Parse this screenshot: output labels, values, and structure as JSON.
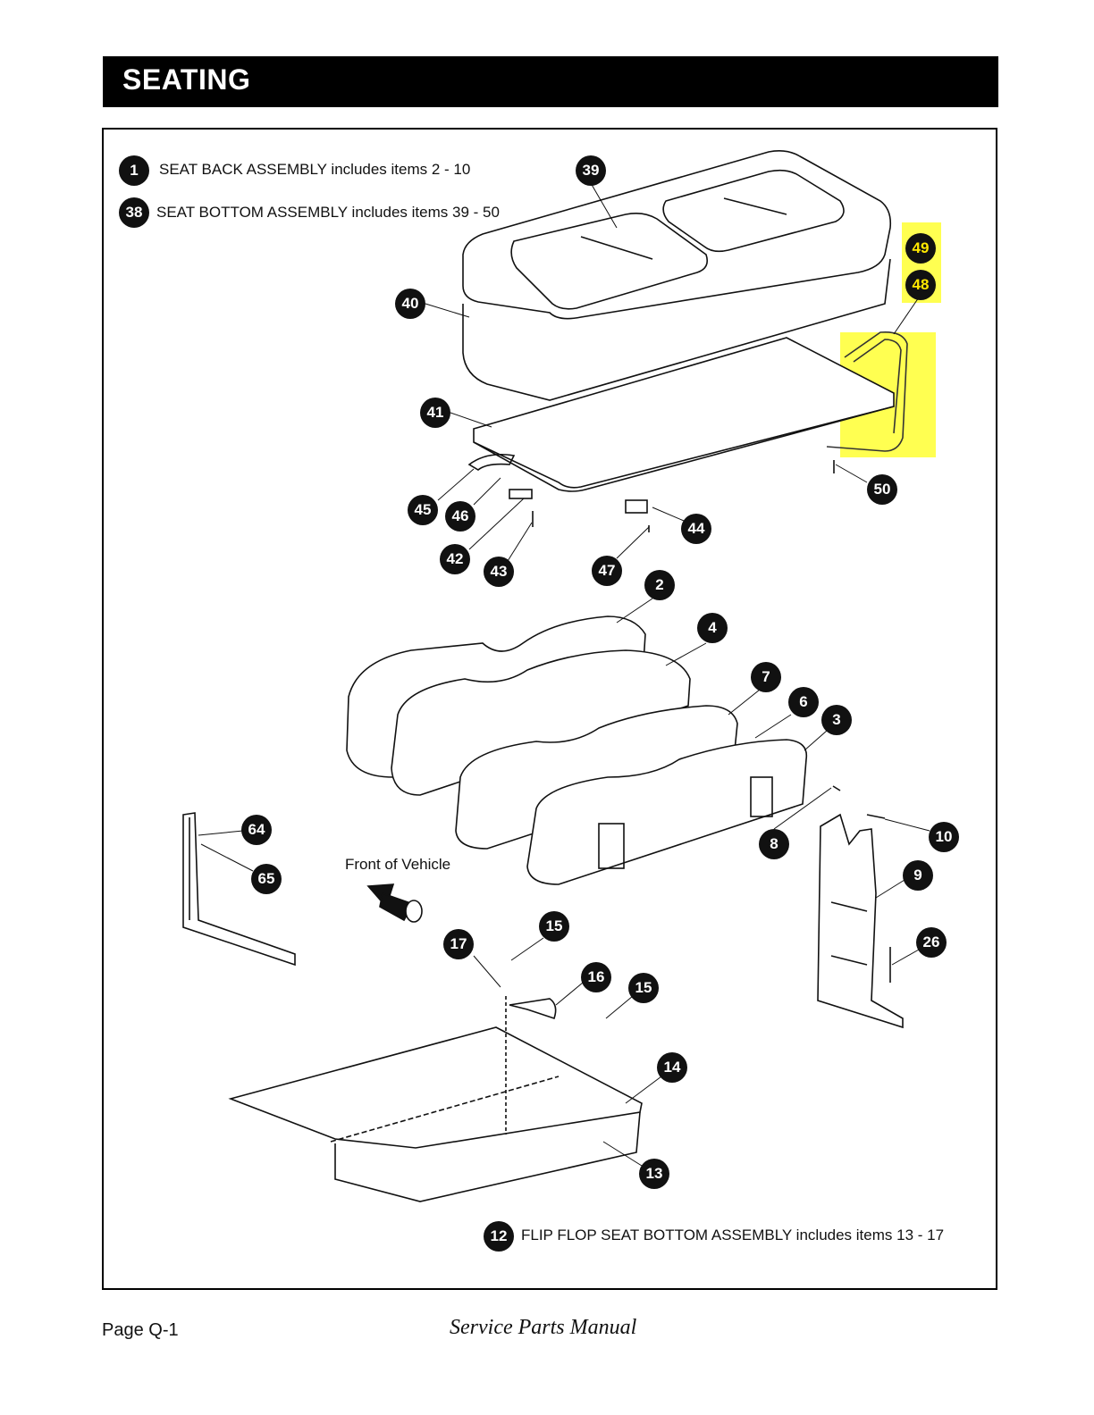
{
  "header": {
    "title": "SEATING"
  },
  "notes": [
    {
      "callout": "1",
      "text": "SEAT BACK ASSEMBLY includes items 2 - 10"
    },
    {
      "callout": "38",
      "text": "SEAT BOTTOM ASSEMBLY includes items 39 - 50"
    },
    {
      "callout": "12",
      "text": "FLIP FLOP SEAT BOTTOM ASSEMBLY includes items 13 - 17"
    }
  ],
  "front_label": "Front of Vehicle",
  "callouts": {
    "c39": "39",
    "c40": "40",
    "c41": "41",
    "c42": "42",
    "c43": "43",
    "c44": "44",
    "c45": "45",
    "c46": "46",
    "c47": "47",
    "c48": "48",
    "c49": "49",
    "c50": "50",
    "c2": "2",
    "c3": "3",
    "c4": "4",
    "c6": "6",
    "c7": "7",
    "c8": "8",
    "c9": "9",
    "c10": "10",
    "c13": "13",
    "c14": "14",
    "c15a": "15",
    "c15b": "15",
    "c16": "16",
    "c17": "17",
    "c26": "26",
    "c64": "64",
    "c65": "65"
  },
  "highlight_color": "#ffff33",
  "footer": {
    "page": "Page Q-1",
    "title": "Service Parts Manual"
  }
}
